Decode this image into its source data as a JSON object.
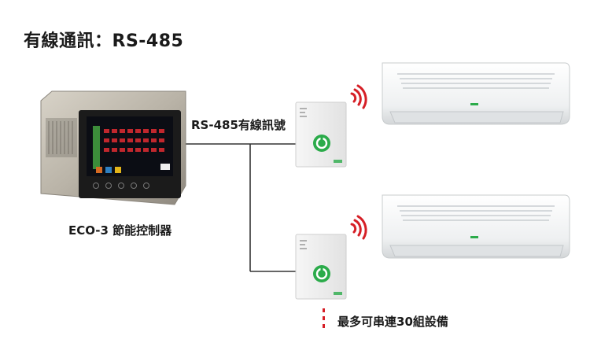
{
  "title": "有線通訊：RS-485",
  "labels": {
    "bus": "RS-485有線訊號",
    "controller": "ECO-3 節能控制器",
    "note": "最多可串連30組設備"
  },
  "colors": {
    "wifi": "#d61f26",
    "note_dots": "#d61f26",
    "logo": "#2bab4a",
    "wire": "#333333"
  },
  "icons": [
    "wifi-signal-icon",
    "power-logo-icon"
  ]
}
